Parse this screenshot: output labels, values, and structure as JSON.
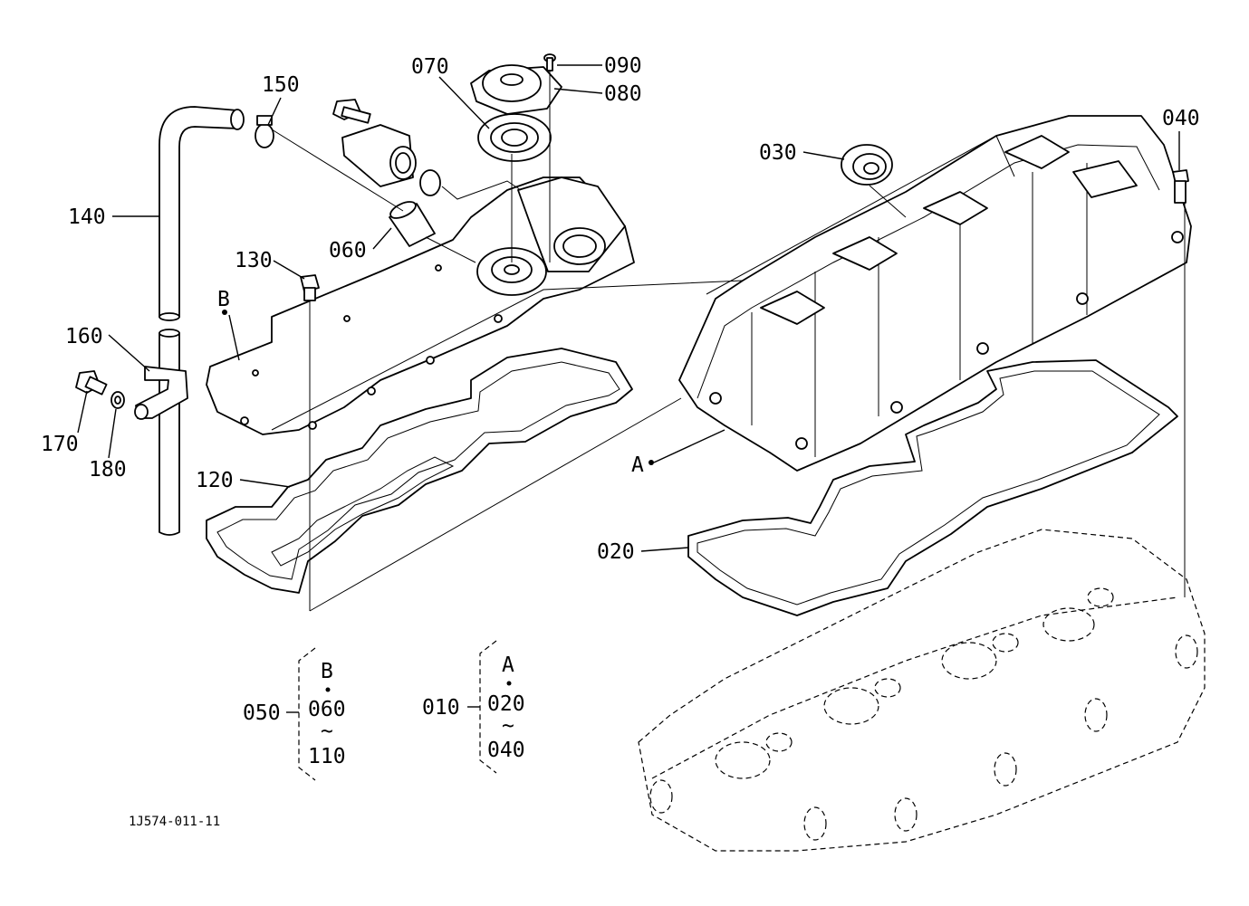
{
  "diagram_id": "1J574-011-11",
  "callouts": {
    "c010": "010",
    "c020": "020",
    "c030": "030",
    "c040": "040",
    "c050": "050",
    "c060": "060",
    "c070": "070",
    "c080": "080",
    "c090": "090",
    "c120": "120",
    "c130": "130",
    "c140": "140",
    "c150": "150",
    "c160": "160",
    "c170": "170",
    "c180": "180"
  },
  "ref_points": {
    "a": "A",
    "b": "B"
  },
  "assemblies": {
    "b": {
      "code": "050",
      "ref": "B",
      "from": "060",
      "tilde": "~",
      "to": "110"
    },
    "a": {
      "code": "010",
      "ref": "A",
      "from": "020",
      "tilde": "~",
      "to": "040"
    }
  }
}
